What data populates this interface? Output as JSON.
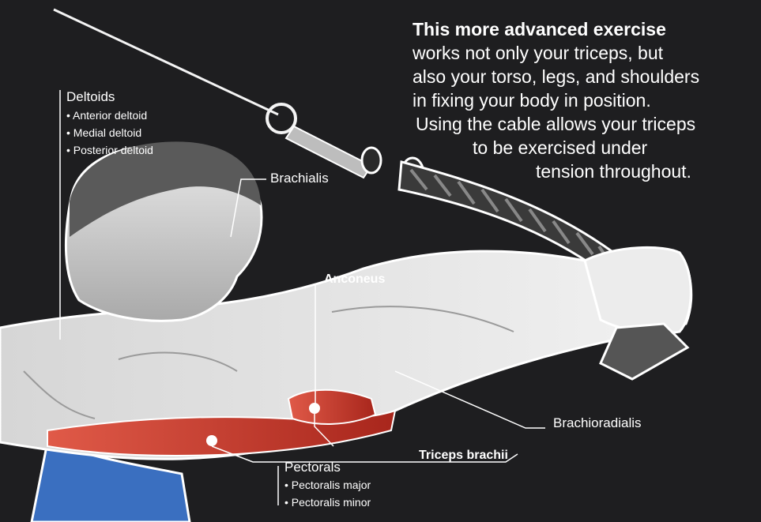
{
  "intro": {
    "title": "This more advanced exercise",
    "lines": [
      "works not only your triceps, but",
      "also your torso, legs, and shoulders",
      "in fixing your body in position.",
      "Using the cable allows your triceps",
      "to be exercised under",
      "tension throughout."
    ]
  },
  "labels": {
    "deltoids": {
      "title": "Deltoids",
      "items": [
        "• Anterior deltoid",
        "• Medial deltoid",
        "• Posterior deltoid"
      ]
    },
    "brachialis": "Brachialis",
    "anconeus": "Anconeus",
    "brachioradialis": "Brachioradialis",
    "triceps": "Triceps brachii",
    "pectorals": {
      "title": "Pectorals",
      "items": [
        "• Pectoralis major",
        "• Pectoralis minor"
      ]
    }
  },
  "colors": {
    "background": "#1e1e20",
    "muscle_highlight": "#c83a2c",
    "shirt": "#3a6fc0",
    "line": "#ffffff"
  }
}
